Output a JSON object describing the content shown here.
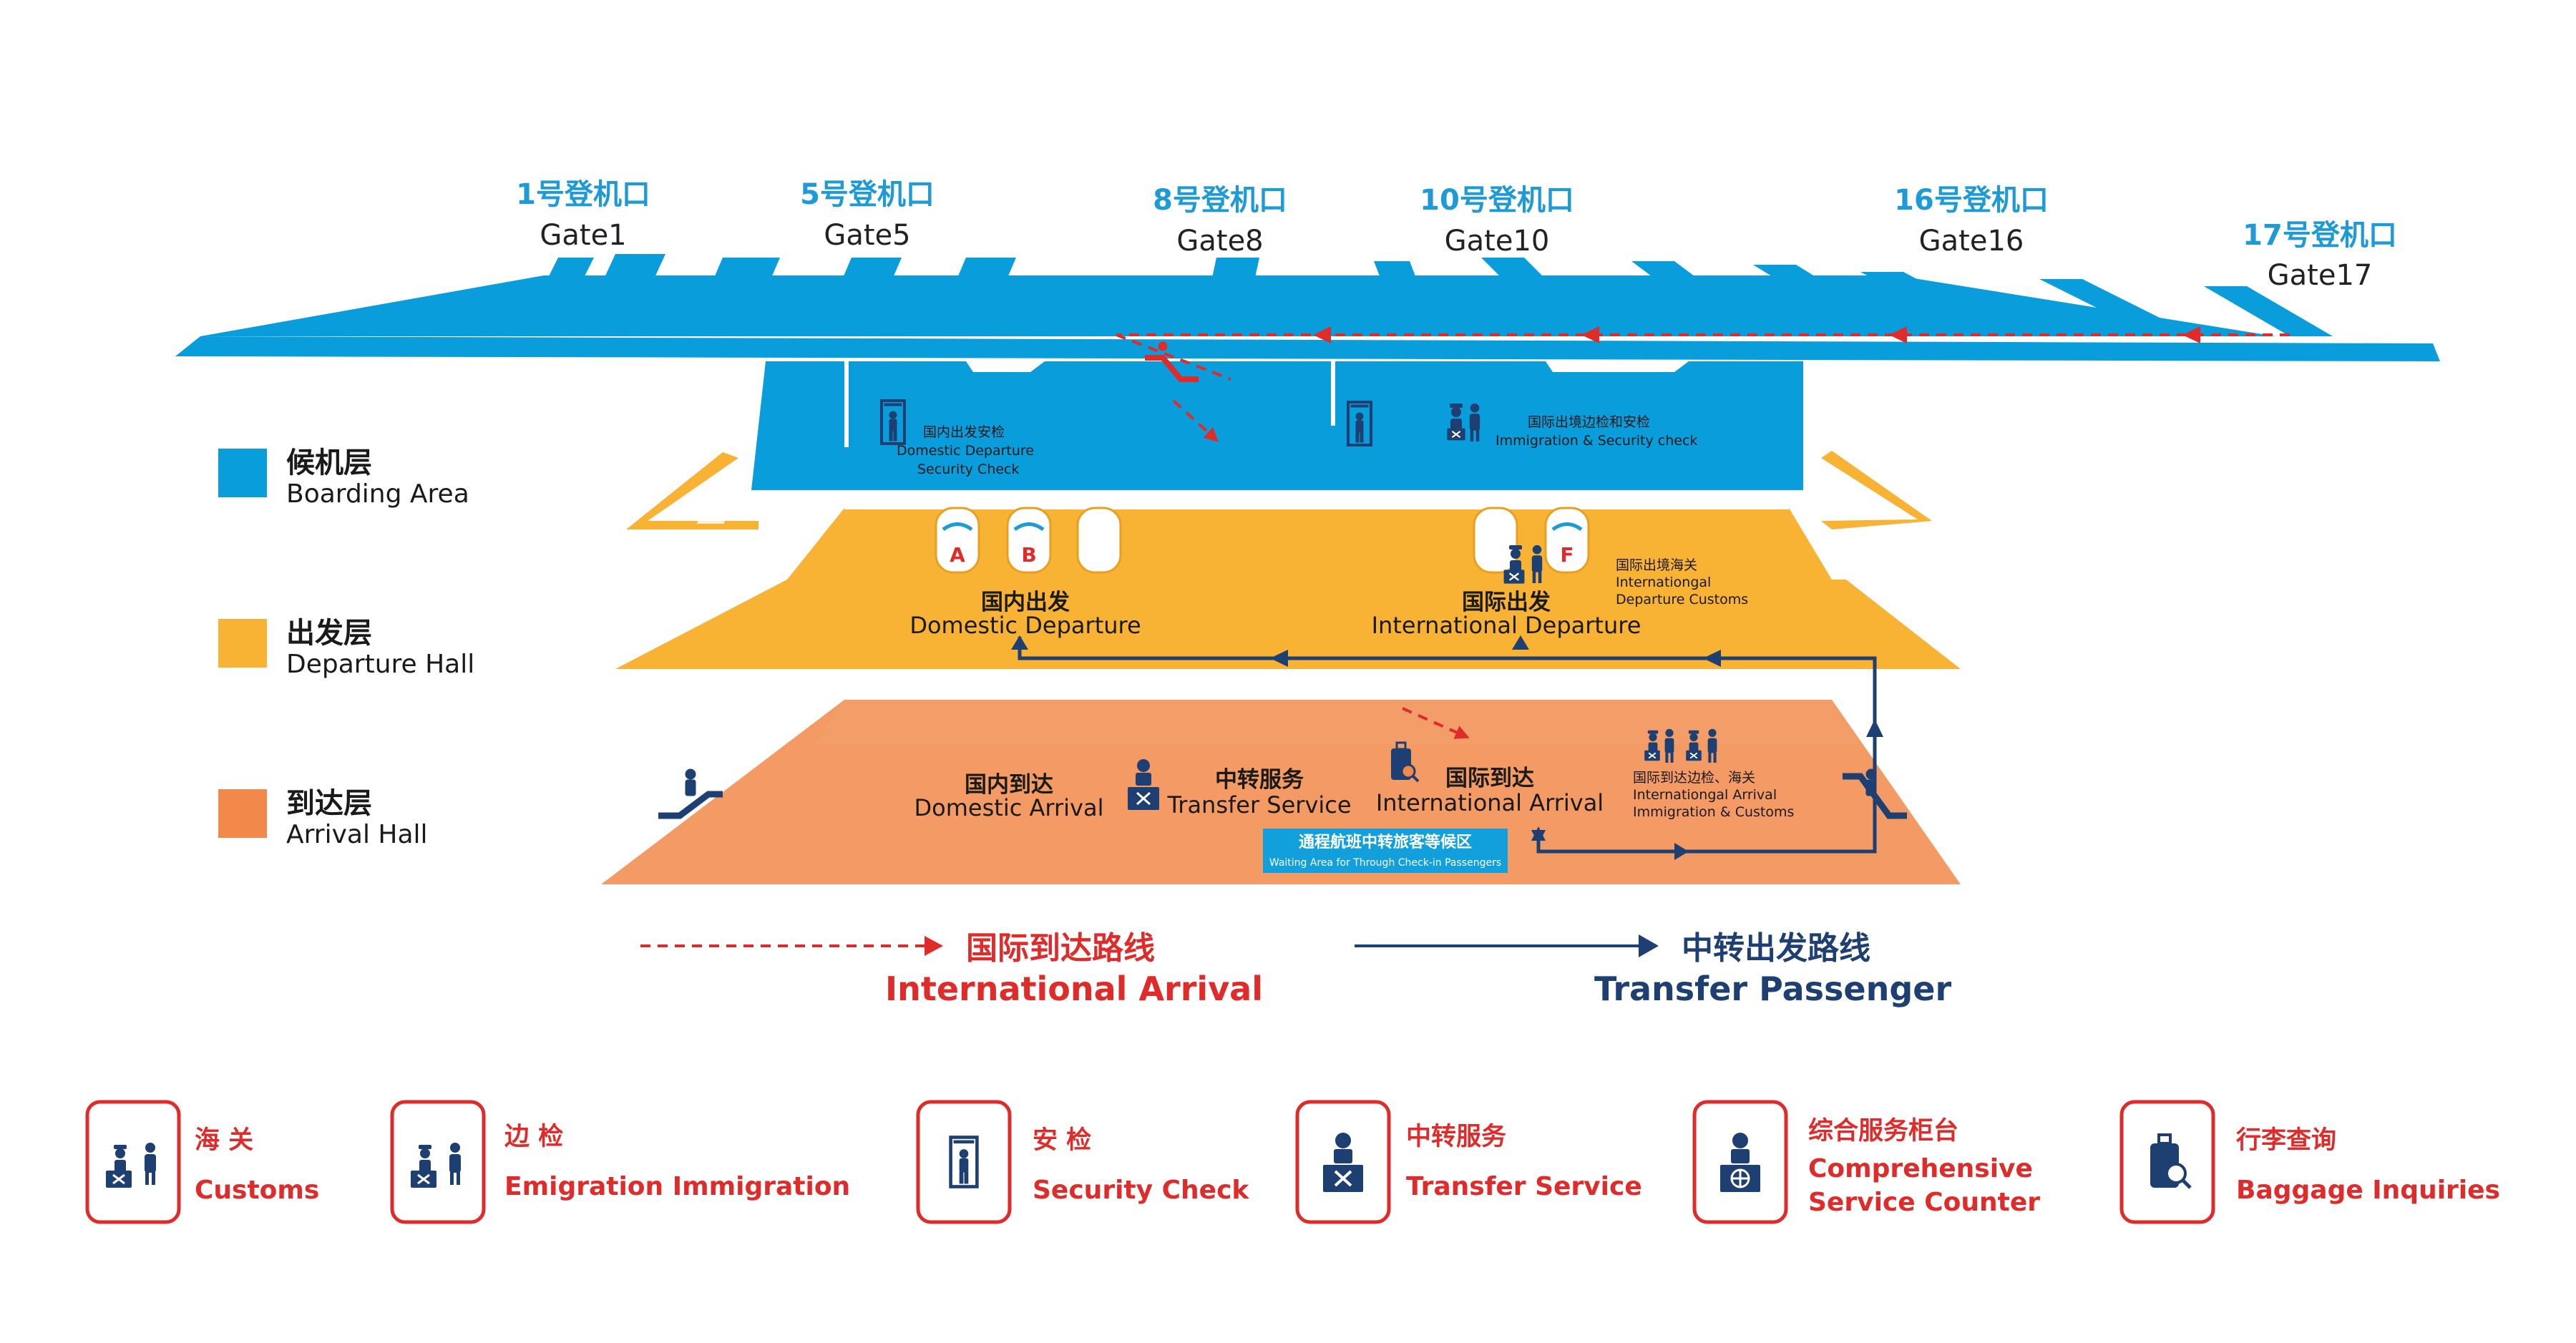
{
  "gates": [
    {
      "cn": "1号登机口",
      "en": "Gate1"
    },
    {
      "cn": "5号登机口",
      "en": "Gate5"
    },
    {
      "cn": "8号登机口",
      "en": "Gate8"
    },
    {
      "cn": "10号登机口",
      "en": "Gate10"
    },
    {
      "cn": "16号登机口",
      "en": "Gate16"
    },
    {
      "cn": "17号登机口",
      "en": "Gate17"
    }
  ],
  "layers": [
    {
      "cn": "候机层",
      "en": "Boarding Area",
      "color": "#0a9ddb"
    },
    {
      "cn": "出发层",
      "en": "Departure Hall",
      "color": "#f8b234"
    },
    {
      "cn": "到达层",
      "en": "Arrival Hall",
      "color": "#f2894a"
    }
  ],
  "boarding": {
    "domestic_check": {
      "cn": "国内出发安检",
      "en1": "Domestic Departure",
      "en2": "Security Check"
    },
    "intl_check": {
      "cn": "国际出境边检和安检",
      "en": "Immigration & Security check"
    }
  },
  "departure": {
    "counters": [
      "A",
      "B",
      "F"
    ],
    "domestic": {
      "cn": "国内出发",
      "en": "Domestic Departure"
    },
    "international": {
      "cn": "国际出发",
      "en": "International Departure"
    },
    "customs": {
      "cn": "国际出境海关",
      "en1": "Internationgal",
      "en2": "Departure Customs"
    }
  },
  "arrival": {
    "domestic": {
      "cn": "国内到达",
      "en": "Domestic Arrival"
    },
    "transfer": {
      "cn": "中转服务",
      "en": "Transfer Service"
    },
    "international": {
      "cn": "国际到达",
      "en": "International Arrival"
    },
    "intl_check": {
      "cn": "国际到达边检、海关",
      "en1": "Internationgal Arrival",
      "en2": "Immigration & Customs"
    },
    "waiting": {
      "cn": "通程航班中转旅客等候区",
      "en": "Waiting Area for Through Check-in Passengers"
    }
  },
  "routes": {
    "intl_arrival": {
      "cn": "国际到达路线",
      "en": "International Arrival",
      "color": "#e02b2b"
    },
    "transfer": {
      "cn": "中转出发路线",
      "en": "Transfer Passenger",
      "color": "#1d3f72"
    }
  },
  "legend": [
    {
      "cn": "海 关",
      "en": "Customs",
      "icon": "customs-icon"
    },
    {
      "cn": "边 检",
      "en": "Emigration Immigration",
      "icon": "immigration-icon"
    },
    {
      "cn": "安 检",
      "en": "Security Check",
      "icon": "security-check-icon"
    },
    {
      "cn": "中转服务",
      "en": "Transfer Service",
      "icon": "transfer-service-icon"
    },
    {
      "cn": "综合服务柜台",
      "en1": "Comprehensive",
      "en2": "Service Counter",
      "icon": "service-counter-icon"
    },
    {
      "cn": "行李查询",
      "en": "Baggage Inquiries",
      "icon": "baggage-icon"
    }
  ]
}
